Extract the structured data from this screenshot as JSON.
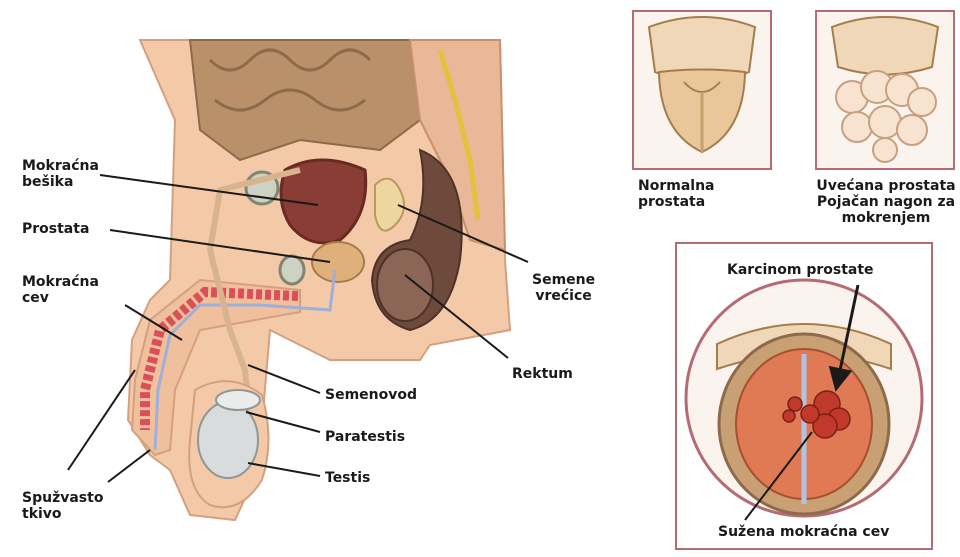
{
  "main_diagram": {
    "labels": {
      "bladder": "Mokraćna\nbešika",
      "prostate": "Prostata",
      "urethra": "Mokraćna\ncev",
      "seminal_vesicles": "Semene\nvrećice",
      "rectum": "Rektum",
      "vas_deferens": "Semenovod",
      "epididymis": "Paratestis",
      "testis": "Testis",
      "spongy_tissue": "Spužvasto\ntkivo"
    }
  },
  "panels": {
    "normal": {
      "caption": "Normalna\nprostata"
    },
    "enlarged": {
      "caption": "Uvećana prostata\nPojačan nagon za\nmokrenjem"
    },
    "cancer": {
      "title": "Karcinom prostate",
      "caption": "Sužena mokraćna cev"
    }
  },
  "colors": {
    "skin": "#f3c9a8",
    "intestine": "#b9906a",
    "bladder": "#8a3d35",
    "rectum": "#6e4a3c",
    "panel_border": "#b46b73",
    "prostate_tissue": "#e07a55",
    "tumor": "#c0392b"
  }
}
